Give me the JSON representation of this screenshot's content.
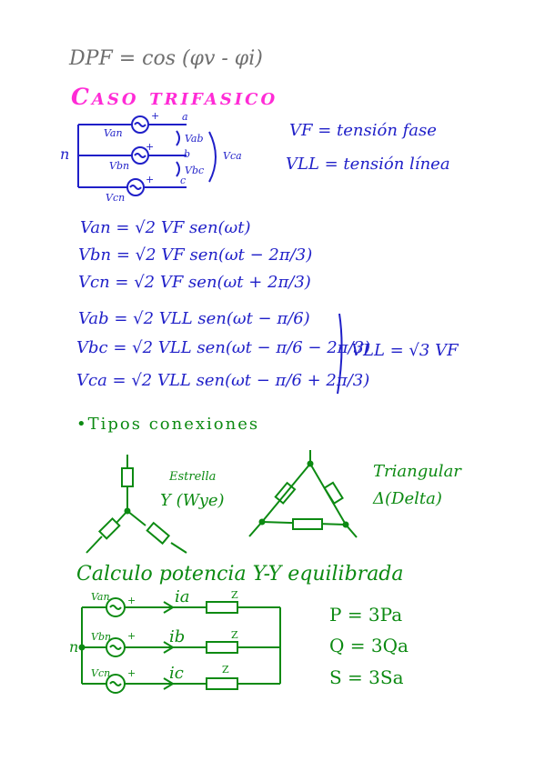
{
  "dpf": "DPF = cos (φv - φi)",
  "section1": {
    "title": "Caso trifasico",
    "diagram": {
      "phases": [
        "a",
        "b",
        "c"
      ],
      "neutral": "n",
      "labels": {
        "van": "Van",
        "vbn": "Vbn",
        "vcn": "Vcn",
        "vab": "Vab",
        "vbc": "Vbc",
        "vca": "Vca",
        "plus": "+"
      }
    },
    "defs": [
      "VF = tensión fase",
      "VLL = tensión línea"
    ],
    "eq_phase": [
      "Van = √2 VF sen(ωt)",
      "Vbn = √2 VF sen(ωt − 2π/3)",
      "Vcn = √2 VF sen(ωt + 2π/3)"
    ],
    "eq_line": [
      "Vab = √2 VLL sen(ωt − π/6)",
      "Vbc = √2 VLL sen(ωt − π/6 − 2π/3)",
      "Vca = √2 VLL sen(ωt − π/6 + 2π/3)"
    ],
    "relation": "VLL = √3 VF"
  },
  "section2": {
    "title": "•Tipos conexiones",
    "estrella": [
      "Estrella",
      "Y (Wye)"
    ],
    "triangular": [
      "Triangular",
      "Δ(Delta)"
    ]
  },
  "section3": {
    "title": "Calculo potencia Y-Y equilibrada",
    "sources": [
      "Van",
      "Vbn",
      "Vcn"
    ],
    "currents": [
      "ia",
      "ib",
      "ic"
    ],
    "impedance": "Z",
    "neutral": "n",
    "plus": "+",
    "results": [
      "P = 3Pa",
      "Q = 3Qa",
      "S = 3Sa"
    ]
  },
  "colors": {
    "gray": "#6e6e6e",
    "magenta": "#ff2bd6",
    "blue": "#1f1fc8",
    "green": "#0c8a12"
  }
}
